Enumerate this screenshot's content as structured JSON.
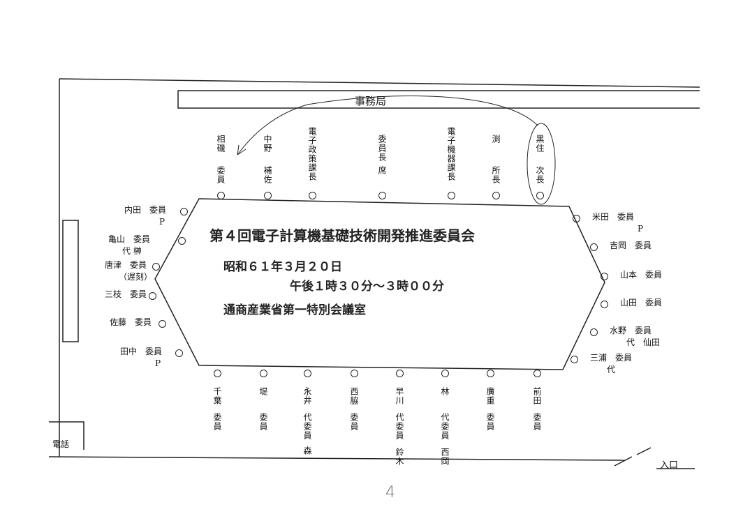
{
  "labels": {
    "office": "事務局",
    "phone": "電話",
    "entrance": "入口",
    "page_number": "4"
  },
  "meeting": {
    "title": "第４回電子計算機基礎技術開発推進委員会",
    "date": "昭和６１年３月２０日",
    "time": "午後１時３０分～３時００分",
    "place": "通商産業省第一特別会議室"
  },
  "top_seats": [
    {
      "name": "相磯",
      "role": "委員"
    },
    {
      "name": "中野",
      "role": "補佐"
    },
    {
      "name": "電子政策課長",
      "role": ""
    },
    {
      "name": "委員長",
      "role": "席"
    },
    {
      "name": "電子機器課長",
      "role": ""
    },
    {
      "name": "渕",
      "role": "所長"
    },
    {
      "name": "黒住",
      "role": "次長"
    }
  ],
  "bottom_seats": [
    {
      "name": "千葉",
      "role": "委員",
      "note": ""
    },
    {
      "name": "堤",
      "role": "委員",
      "note": ""
    },
    {
      "name": "永井",
      "role": "代委員",
      "note": "森"
    },
    {
      "name": "西脇",
      "role": "委員",
      "note": ""
    },
    {
      "name": "早川",
      "role": "代委員",
      "note": "鈴木"
    },
    {
      "name": "林",
      "role": "代委員",
      "note": "西岡"
    },
    {
      "name": "廣重",
      "role": "委員",
      "note": ""
    },
    {
      "name": "前田",
      "role": "委員",
      "note": ""
    }
  ],
  "left_seats": [
    {
      "label": "内田　委員",
      "note": "P"
    },
    {
      "label": "亀山　委員",
      "note": "代 榊"
    },
    {
      "label": "唐津　委員",
      "note": "（遅刻）"
    },
    {
      "label": "三枝　委員",
      "note": ""
    },
    {
      "label": "佐藤　委員",
      "note": ""
    },
    {
      "label": "田中　委員",
      "note": "P"
    }
  ],
  "right_seats": [
    {
      "label": "米田　委員",
      "note": "P"
    },
    {
      "label": "吉岡　委員",
      "note": ""
    },
    {
      "label": "山本　委員",
      "note": ""
    },
    {
      "label": "山田　委員",
      "note": ""
    },
    {
      "label": "水野　委員",
      "note": "代　仙田"
    },
    {
      "label": "三浦　委員",
      "note": "代"
    }
  ]
}
